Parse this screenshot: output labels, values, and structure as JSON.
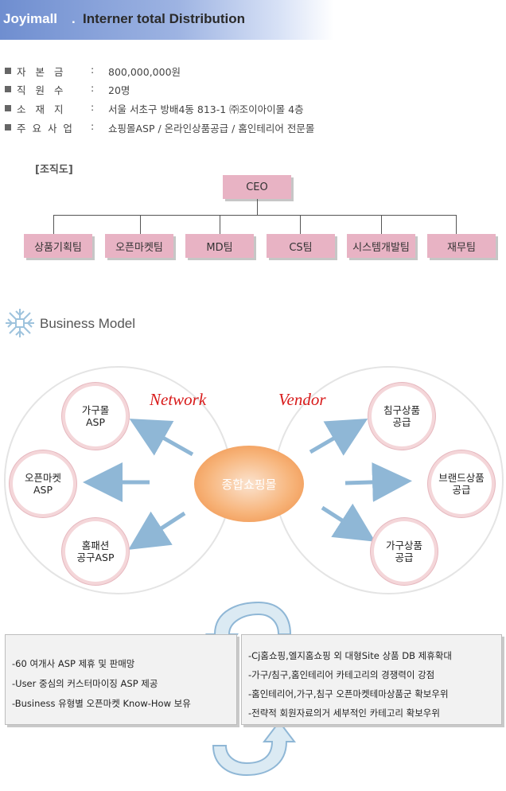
{
  "header": {
    "brand": "Joyimall",
    "dot": ".",
    "subtitle": "Interner total Distribution"
  },
  "info": [
    {
      "label": "자 본 금",
      "colon": ":",
      "value": "800,000,000원"
    },
    {
      "label": "직 원 수",
      "colon": ":",
      "value": "20명"
    },
    {
      "label": "소 재 지",
      "colon": ":",
      "value": "서울 서초구 방배4동 813-1 ㈜조이아이몰 4층"
    },
    {
      "label": "주 요 사 업",
      "colon": ":",
      "value": "쇼핑몰ASP / 온라인상품공급 / 홈인테리어 전문몰"
    }
  ],
  "org": {
    "title": "[조직도]",
    "ceo": "CEO",
    "teams": [
      "상품기획팀",
      "오픈마켓팀",
      "MD팀",
      "CS팀",
      "시스템개발팀",
      "재무팀"
    ]
  },
  "business_model": {
    "title": "Business Model",
    "network_label": "Network",
    "vendor_label": "Vendor",
    "center": "종합쇼핑몰",
    "left_nodes": [
      [
        "가구몰",
        "ASP"
      ],
      [
        "오픈마켓",
        "ASP"
      ],
      [
        "홈패션",
        "공구ASP"
      ]
    ],
    "right_nodes": [
      [
        "침구상품",
        "공급"
      ],
      [
        "브랜드상품",
        "공급"
      ],
      [
        "가구상품",
        "공급"
      ]
    ]
  },
  "bottom": {
    "left_items": [
      "-60 여개사 ASP 제휴 및 판매망",
      "-User 중심의 커스터마이징 ASP 제공",
      "-Business 유형별 오픈마켓 Know-How 보유"
    ],
    "right_items": [
      "-Cj홈쇼핑,엘지홈쇼핑 외 대형Site 상품 DB 제휴확대",
      "-가구/침구,홈인테리어 카테고리의 경쟁력이 강점",
      "-홈인테리어,가구,침구 오픈마켓테마상품군 확보우위",
      "-전략적 회원자료의거 세부적인 카테고리 확보우위"
    ]
  },
  "colors": {
    "header_blue": "#6f8ed0",
    "box_pink": "#e8b3c4",
    "arrow_blue": "#8fb7d6",
    "network_red": "#d81a1a",
    "center_orange": "#f7b47a"
  }
}
